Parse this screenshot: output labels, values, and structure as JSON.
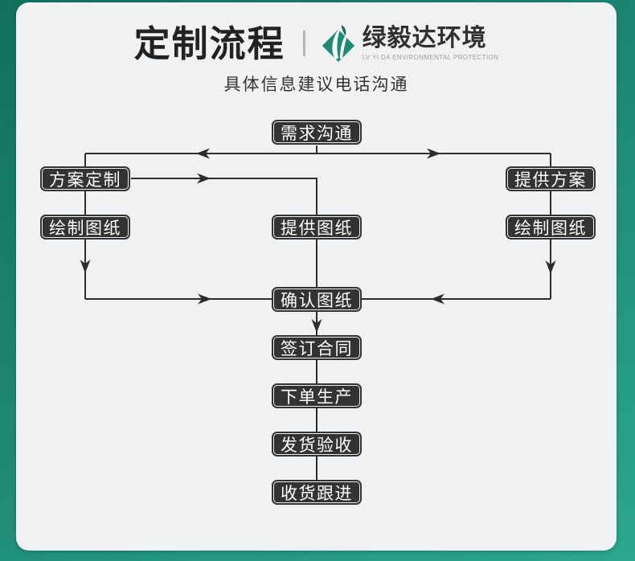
{
  "header": {
    "title": "定制流程",
    "brand_name": "绿毅达环境",
    "brand_subtitle": "LV YI DA ENVIRONMENTAL PROTECTION",
    "subtitle": "具体信息建议电话沟通"
  },
  "colors": {
    "frame_teal_dark": "#10705d",
    "frame_teal_light": "#2ba88c",
    "card_bg": "#f0f1f2",
    "box_bg": "#333333",
    "box_text": "#ffffff",
    "line": "#2d2d2d",
    "logo_green": "#1d8a76"
  },
  "flowchart": {
    "nodes": [
      {
        "id": "demand-communication",
        "label": "需求沟通"
      },
      {
        "id": "plan-customization",
        "label": "方案定制"
      },
      {
        "id": "provide-plan",
        "label": "提供方案"
      },
      {
        "id": "draw-drawings-left",
        "label": "绘制图纸"
      },
      {
        "id": "provide-drawings",
        "label": "提供图纸"
      },
      {
        "id": "draw-drawings-right",
        "label": "绘制图纸"
      },
      {
        "id": "confirm-drawings",
        "label": "确认图纸"
      },
      {
        "id": "sign-contract",
        "label": "签订合同"
      },
      {
        "id": "order-production",
        "label": "下单生产"
      },
      {
        "id": "ship-inspection",
        "label": "发货验收"
      },
      {
        "id": "receive-followup",
        "label": "收货跟进"
      }
    ],
    "edges": [
      {
        "from": "demand-communication",
        "to": "plan-customization"
      },
      {
        "from": "demand-communication",
        "to": "provide-plan"
      },
      {
        "from": "plan-customization",
        "to": "provide-drawings"
      },
      {
        "from": "plan-customization",
        "to": "draw-drawings-left"
      },
      {
        "from": "provide-plan",
        "to": "draw-drawings-right"
      },
      {
        "from": "draw-drawings-left",
        "to": "confirm-drawings"
      },
      {
        "from": "provide-drawings",
        "to": "confirm-drawings"
      },
      {
        "from": "draw-drawings-right",
        "to": "confirm-drawings"
      },
      {
        "from": "confirm-drawings",
        "to": "sign-contract"
      },
      {
        "from": "sign-contract",
        "to": "order-production"
      },
      {
        "from": "order-production",
        "to": "ship-inspection"
      },
      {
        "from": "ship-inspection",
        "to": "receive-followup"
      }
    ]
  }
}
